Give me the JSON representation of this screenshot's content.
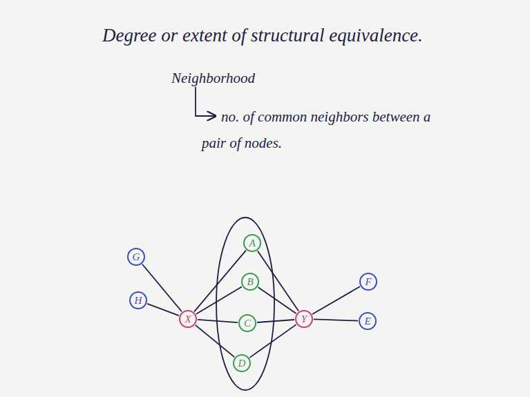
{
  "diagram": {
    "title": "Degree or extent of structural equivalence.",
    "nodes": [
      {
        "text": [
          "G"
        ]
      },
      {
        "text": [
          "H"
        ]
      },
      {
        "text": [
          "X"
        ]
      },
      {
        "text": [
          "A"
        ]
      },
      {
        "text": [
          "B"
        ]
      },
      {
        "text": [
          "C"
        ]
      },
      {
        "text": [
          "D"
        ]
      },
      {
        "text": [
          "Y"
        ]
      },
      {
        "text": [
          "F"
        ]
      },
      {
        "text": [
          "E"
        ]
      }
    ],
    "edges": [
      {
        "from": 0,
        "to": 2,
        "arrow": "none"
      },
      {
        "from": 1,
        "to": 2,
        "arrow": "none"
      },
      {
        "from": 2,
        "to": 3,
        "arrow": "none"
      },
      {
        "from": 2,
        "to": 4,
        "arrow": "none"
      },
      {
        "from": 2,
        "to": 5,
        "arrow": "none"
      },
      {
        "from": 2,
        "to": 6,
        "arrow": "none"
      },
      {
        "from": 3,
        "to": 7,
        "arrow": "none"
      },
      {
        "from": 4,
        "to": 7,
        "arrow": "none"
      },
      {
        "from": 5,
        "to": 7,
        "arrow": "none"
      },
      {
        "from": 6,
        "to": 7,
        "arrow": "none"
      },
      {
        "from": 7,
        "to": 8,
        "arrow": "none"
      },
      {
        "from": 7,
        "to": 9,
        "arrow": "none"
      }
    ],
    "labels": [
      "Neighborhood",
      "no. of common neighbors between a pair of nodes."
    ]
  }
}
